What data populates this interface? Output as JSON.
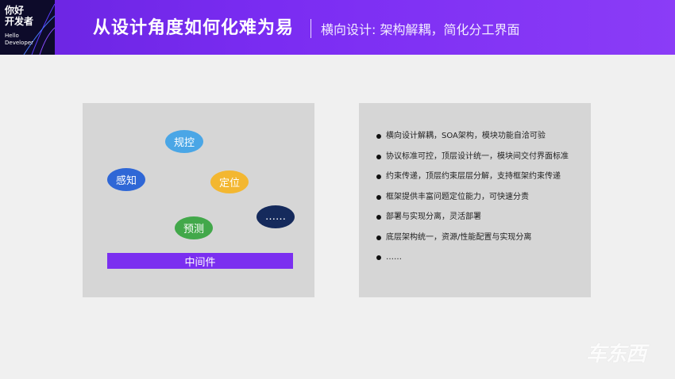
{
  "logo": {
    "line1": "你好",
    "line2": "开发者",
    "line3": "Hello",
    "line4": "Developer"
  },
  "header": {
    "title": "从设计角度如何化难为易",
    "subtitle": "横向设计: 架构解耦，简化分工界面"
  },
  "diagram": {
    "bubbles": [
      {
        "label": "规控",
        "color": "#4aa6e6"
      },
      {
        "label": "感知",
        "color": "#2f67d6"
      },
      {
        "label": "定位",
        "color": "#f3b731"
      },
      {
        "label": "……",
        "color": "#152a5c"
      },
      {
        "label": "预测",
        "color": "#42a84a"
      }
    ],
    "base_label": "中间件",
    "base_color": "#7b2ff0"
  },
  "points": [
    "横向设计解耦，SOA架构，模块功能自洽可验",
    "协议标准可控，顶层设计统一，模块间交付界面标准",
    "约束传递，顶层约束层层分解，支持框架约束传递",
    "框架提供丰富问题定位能力，可快速分责",
    "部署与实现分离，灵活部署",
    "底层架构统一，资源/性能配置与实现分离",
    "……"
  ],
  "watermark": "车东西"
}
